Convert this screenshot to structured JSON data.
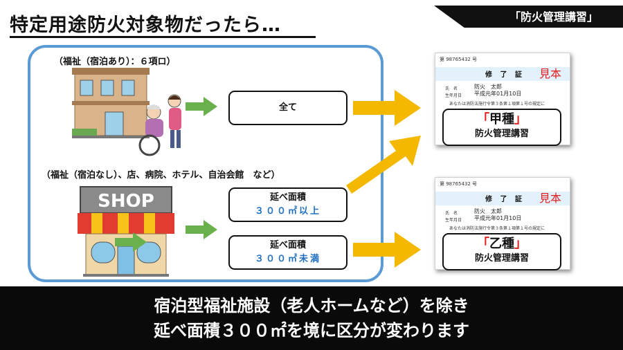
{
  "header": {
    "title": "特定用途防火対象物だったら…",
    "tag": "「防火管理講習」"
  },
  "sections": {
    "top_label": "（福祉（宿泊あり）：６項ロ）",
    "bottom_label": "（福祉（宿泊なし）、店、病院、ホテル、自治会館　など）",
    "shop_sign": "SHOP"
  },
  "boxes": {
    "all": "全て",
    "over_line1": "延べ面積",
    "over_line2": "３００㎡以上",
    "under_line1": "延べ面積",
    "under_line2": "３００㎡未満"
  },
  "certificates": [
    {
      "number": "第 98765432 号",
      "title": "修 了 証",
      "sample": "見本",
      "name_label": "氏　名",
      "name": "防火　太郎",
      "dob_label": "生年月日",
      "dob": "平成元年01月10日",
      "text": "あなたは消防法施行令第３条第１項第１号の規定に",
      "bracket_open": "「",
      "grade": "甲種",
      "bracket_close": "」",
      "course": "防火管理講習"
    },
    {
      "number": "第 98765432 号",
      "title": "修 了 証",
      "sample": "見本",
      "name_label": "氏　名",
      "name": "防火　太郎",
      "dob_label": "生年月日",
      "dob": "平成元年01月10日",
      "text": "あなたは消防法施行令第３条第１項第１号の規定に",
      "bracket_open": "「",
      "grade": "乙種",
      "bracket_close": "」",
      "course": "防火管理講習"
    }
  ],
  "banner": {
    "line1": "宿泊型福祉施設（老人ホームなど）を除き",
    "line2": "延べ面積３００㎡を境に区分が変わります"
  },
  "colors": {
    "frame": "#5b9bd5",
    "green_arrow": "#6ab04c",
    "yellow_arrow": "#f5b800",
    "accent_red": "#e02020",
    "accent_blue": "#1f6fc1"
  }
}
